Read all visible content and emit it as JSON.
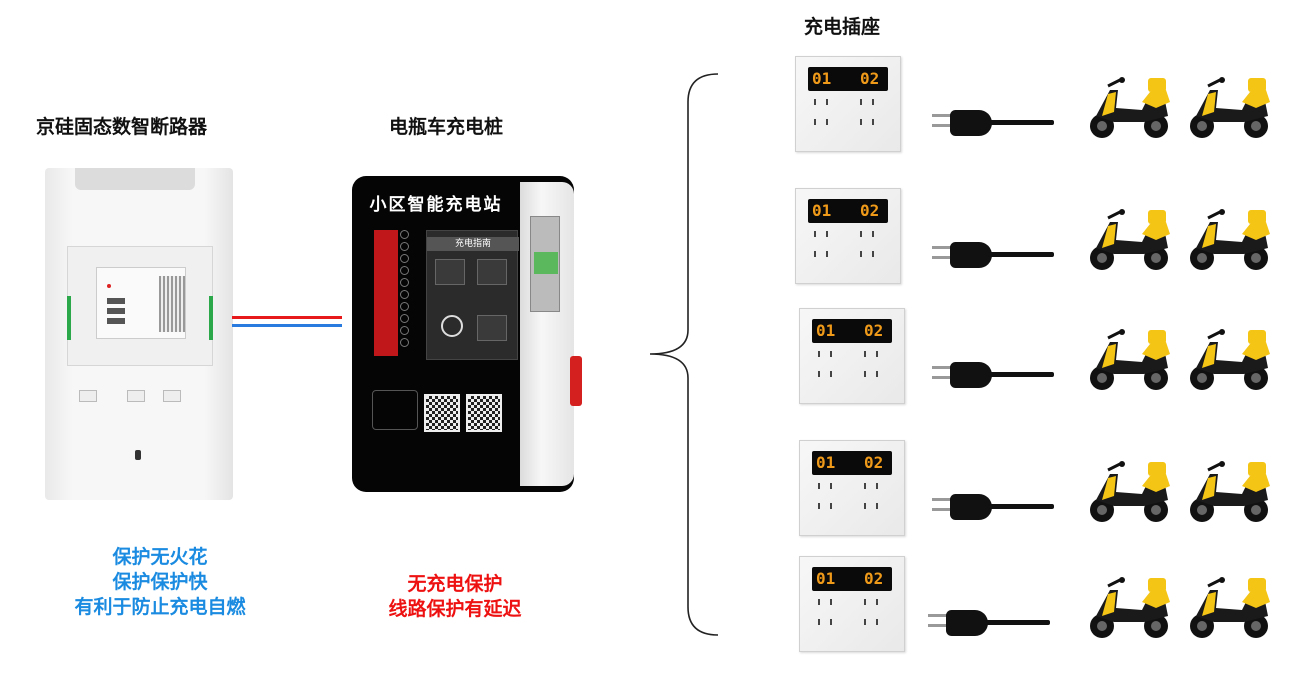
{
  "titles": {
    "breaker": "京硅固态数智断路器",
    "station": "电瓶车充电桩",
    "sockets": "充电插座"
  },
  "captions": {
    "breaker": [
      "保护无火花",
      "保护保护快",
      "有利于防止充电自燃"
    ],
    "station": [
      "无充电保护",
      "线路保护有延迟"
    ]
  },
  "station_panel": {
    "header": "小区智能充电站",
    "guide_title": "充电指南"
  },
  "socket_labels": [
    "01",
    "02"
  ],
  "colors": {
    "benefit": "#1a8be0",
    "drawback": "#ee1111",
    "socket_digits": "#f09a1a",
    "scooter_yellow": "#f4c514"
  },
  "rows": 5
}
